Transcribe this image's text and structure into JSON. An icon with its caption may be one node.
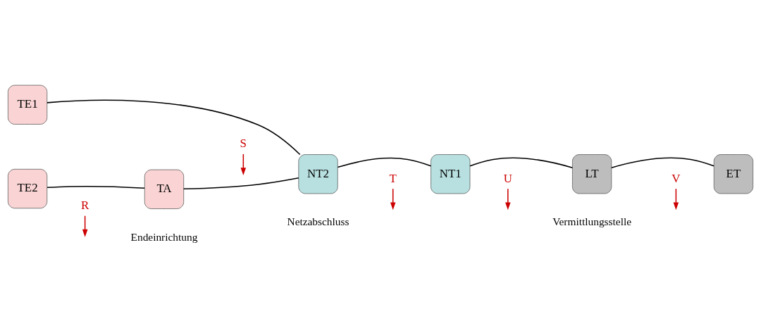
{
  "diagram": {
    "nodes": [
      {
        "text": [
          "TE1"
        ]
      },
      {
        "text": [
          "TE2"
        ]
      },
      {
        "text": [
          "TA"
        ]
      },
      {
        "text": [
          "NT2"
        ]
      },
      {
        "text": [
          "NT1"
        ]
      },
      {
        "text": [
          "LT"
        ]
      },
      {
        "text": [
          "ET"
        ]
      },
      {
        "text": [
          "R"
        ]
      },
      {
        "text": [
          "S"
        ]
      },
      {
        "text": [
          "T"
        ]
      },
      {
        "text": [
          "U"
        ]
      },
      {
        "text": [
          "V"
        ]
      }
    ],
    "edges": [
      {
        "from": 0,
        "to": 3,
        "arrow": "none"
      },
      {
        "from": 1,
        "to": 2,
        "arrow": "none"
      },
      {
        "from": 2,
        "to": 3,
        "arrow": "none"
      },
      {
        "from": 3,
        "to": 4,
        "arrow": "none"
      },
      {
        "from": 4,
        "to": 5,
        "arrow": "none"
      },
      {
        "from": 5,
        "to": 6,
        "arrow": "none"
      },
      {
        "from": 7,
        "to": null,
        "arrow": "to",
        "color": "#cc0000"
      },
      {
        "from": 8,
        "to": null,
        "arrow": "to",
        "color": "#cc0000"
      },
      {
        "from": 9,
        "to": null,
        "arrow": "to",
        "color": "#cc0000"
      },
      {
        "from": 10,
        "to": null,
        "arrow": "to",
        "color": "#cc0000"
      },
      {
        "from": 11,
        "to": null,
        "arrow": "to",
        "color": "#cc0000"
      }
    ],
    "labels": [
      "Endeinrichtung",
      "Netzabschluss",
      "Vermittlungsstelle"
    ]
  }
}
